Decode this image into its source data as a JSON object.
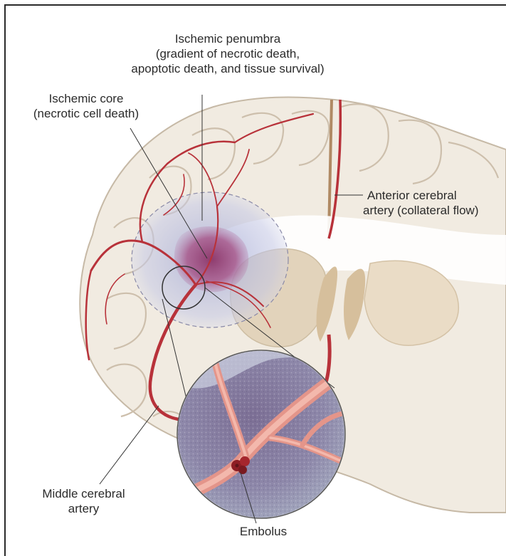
{
  "labels": {
    "penumbra_line1": "Ischemic penumbra",
    "penumbra_line2": "(gradient of necrotic death,",
    "penumbra_line3": "apoptotic death, and tissue survival)",
    "core_line1": "Ischemic core",
    "core_line2": "(necrotic cell death)",
    "aca_line1": "Anterior cerebral",
    "aca_line2": "artery (collateral flow)",
    "mca_line1": "Middle cerebral",
    "mca_line2": "artery",
    "embolus": "Embolus"
  },
  "colors": {
    "frame": "#2a2a2a",
    "brain_fill": "#f1ebe1",
    "brain_stroke": "#cbbfae",
    "artery": "#b8323a",
    "core": "#9c3c72",
    "penumbra": "#b9c0de",
    "white_matter": "#ffffff",
    "ventricle": "#d9c7a8",
    "inset_bg": "#8a87a6",
    "vessel": "#e59a8a",
    "text": "#2b2b2b"
  }
}
